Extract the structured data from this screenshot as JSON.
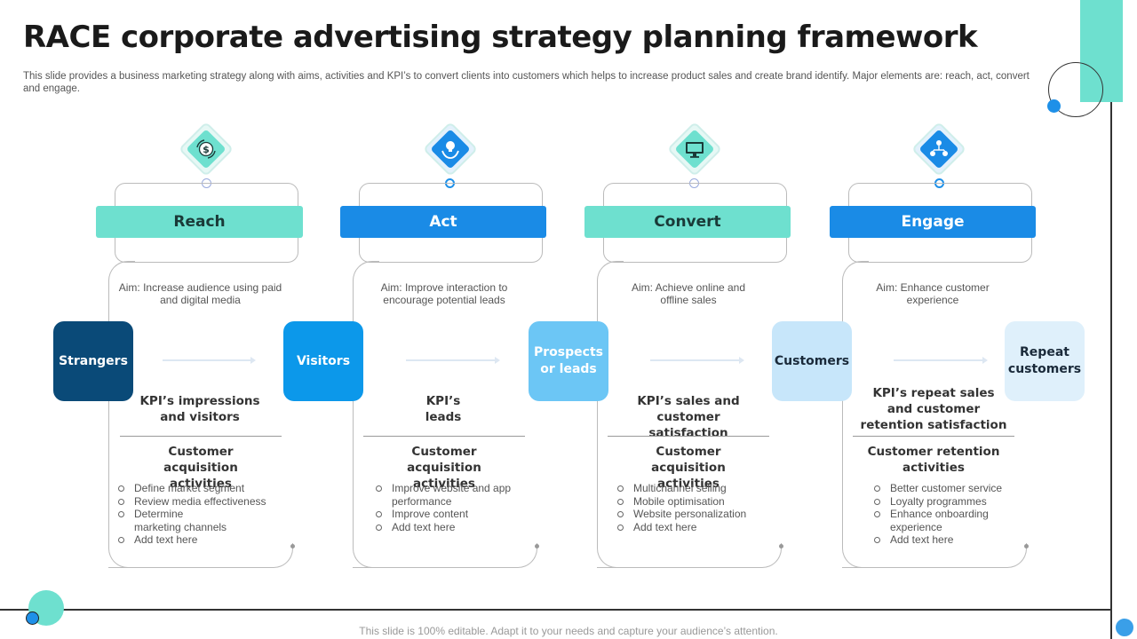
{
  "title": "RACE corporate advertising strategy planning framework",
  "subtitle": "This slide provides a business marketing strategy along with aims, activities and KPI’s to convert clients into customers which helps to increase product sales and create brand identify. Major elements are: reach, act, convert and engage.",
  "footer": "This slide is 100% editable. Adapt it to your needs and capture your audience’s attention.",
  "colors": {
    "teal": "#6ee0cf",
    "blue": "#1a8be6",
    "navy": "#0a4a78",
    "bright_blue": "#0c98ea",
    "light_blue": "#6cc6f5",
    "pale_blue": "#c7e6fa",
    "palest_blue": "#dff0fb"
  },
  "stages": [
    {
      "name": "Reach",
      "icon": "dollar-cycle-icon",
      "aim": "Aim: Increase audience using paid and digital media",
      "kpi": "KPI’s impressions and visitors",
      "activities_title": "Customer acquisition activities",
      "activities": [
        "Define market segment",
        "Review media effectiveness",
        "Determine marketing channels",
        "Add text here"
      ]
    },
    {
      "name": "Act",
      "icon": "hand-lightbulb-icon",
      "aim": "Aim: Improve interaction to encourage potential leads",
      "kpi": "KPI’s leads",
      "activities_title": "Customer acquisition activities",
      "activities": [
        "Improve website and app performance",
        "Improve content",
        "Add text here"
      ]
    },
    {
      "name": "Convert",
      "icon": "monitor-icon",
      "aim": "Aim: Achieve online and offline sales",
      "kpi": "KPI’s sales and customer satisfaction",
      "activities_title": "Customer acquisition activities",
      "activities": [
        "Multichannel selling",
        "Mobile optimisation",
        "Website personalization",
        "Add text here"
      ]
    },
    {
      "name": "Engage",
      "icon": "network-people-icon",
      "aim": "Aim: Enhance customer experience",
      "kpi": "KPI’s repeat sales and customer retention satisfaction",
      "activities_title": "Customer retention activities",
      "activities": [
        "Better customer service",
        "Loyalty programmes",
        "Enhance onboarding experience",
        "Add text here"
      ]
    }
  ],
  "nodes": [
    "Strangers",
    "Visitors",
    "Prospects or leads",
    "Customers",
    "Repeat customers"
  ]
}
